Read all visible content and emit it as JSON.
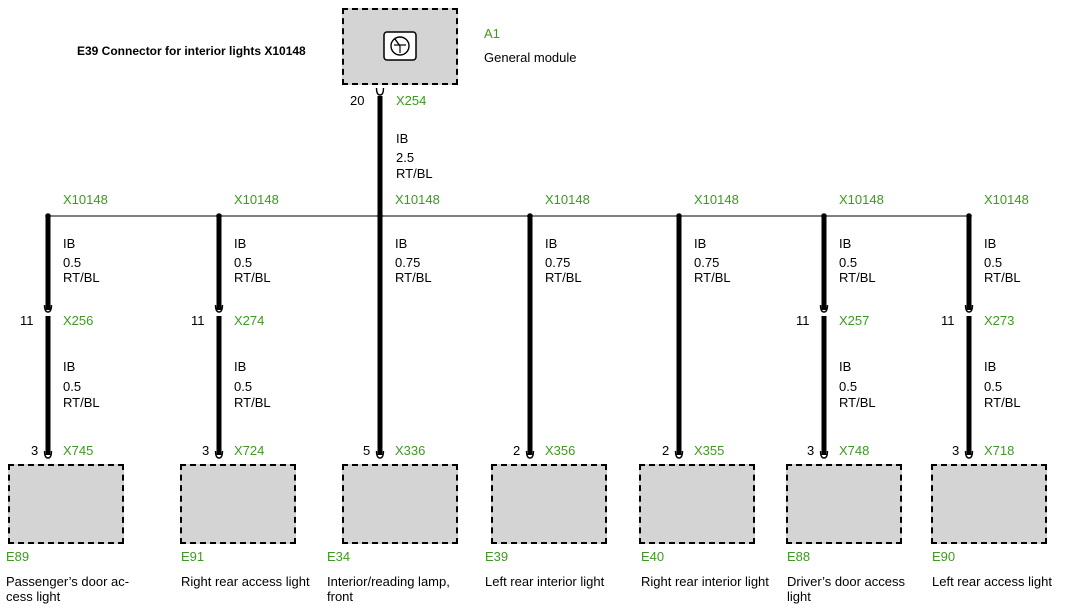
{
  "title": "E39 Connector for interior lights X10148",
  "module": {
    "id": "A1",
    "name": "General module",
    "connector": "X254",
    "pin": "20",
    "icon": "gauge-symbol-icon",
    "wire": {
      "type": "IB",
      "size": "2.5",
      "color": "RT/BL"
    }
  },
  "splice_label": "X10148",
  "branches": [
    {
      "wire": {
        "type": "IB",
        "size": "0.5",
        "color": "RT/BL"
      },
      "inline": {
        "pin": "11",
        "connector": "X256"
      },
      "wire2": {
        "type": "IB",
        "size": "0.5",
        "color": "RT/BL"
      },
      "pin": "3",
      "connector": "X745",
      "id": "E89",
      "name": "Passenger’s door ac- cess light"
    },
    {
      "wire": {
        "type": "IB",
        "size": "0.5",
        "color": "RT/BL"
      },
      "inline": {
        "pin": "11",
        "connector": "X274"
      },
      "wire2": {
        "type": "IB",
        "size": "0.5",
        "color": "RT/BL"
      },
      "pin": "3",
      "connector": "X724",
      "id": "E91",
      "name": "Right rear access light"
    },
    {
      "wire": {
        "type": "IB",
        "size": "0.75",
        "color": "RT/BL"
      },
      "pin": "5",
      "connector": "X336",
      "id": "E34",
      "name": "Interior/reading lamp, front"
    },
    {
      "wire": {
        "type": "IB",
        "size": "0.75",
        "color": "RT/BL"
      },
      "pin": "2",
      "connector": "X356",
      "id": "E39",
      "name": "Left rear interior light"
    },
    {
      "wire": {
        "type": "IB",
        "size": "0.75",
        "color": "RT/BL"
      },
      "pin": "2",
      "connector": "X355",
      "id": "E40",
      "name": "Right rear interior light"
    },
    {
      "wire": {
        "type": "IB",
        "size": "0.5",
        "color": "RT/BL"
      },
      "inline": {
        "pin": "11",
        "connector": "X257"
      },
      "wire2": {
        "type": "IB",
        "size": "0.5",
        "color": "RT/BL"
      },
      "pin": "3",
      "connector": "X748",
      "id": "E88",
      "name": "Driver’s door access light"
    },
    {
      "wire": {
        "type": "IB",
        "size": "0.5",
        "color": "RT/BL"
      },
      "inline": {
        "pin": "11",
        "connector": "X273"
      },
      "wire2": {
        "type": "IB",
        "size": "0.5",
        "color": "RT/BL"
      },
      "pin": "3",
      "connector": "X718",
      "id": "E90",
      "name": "Left rear access light"
    }
  ],
  "colors": {
    "label_green": "#3c9a1e",
    "component_fill": "#d4d4d4",
    "wire": "#000000"
  }
}
